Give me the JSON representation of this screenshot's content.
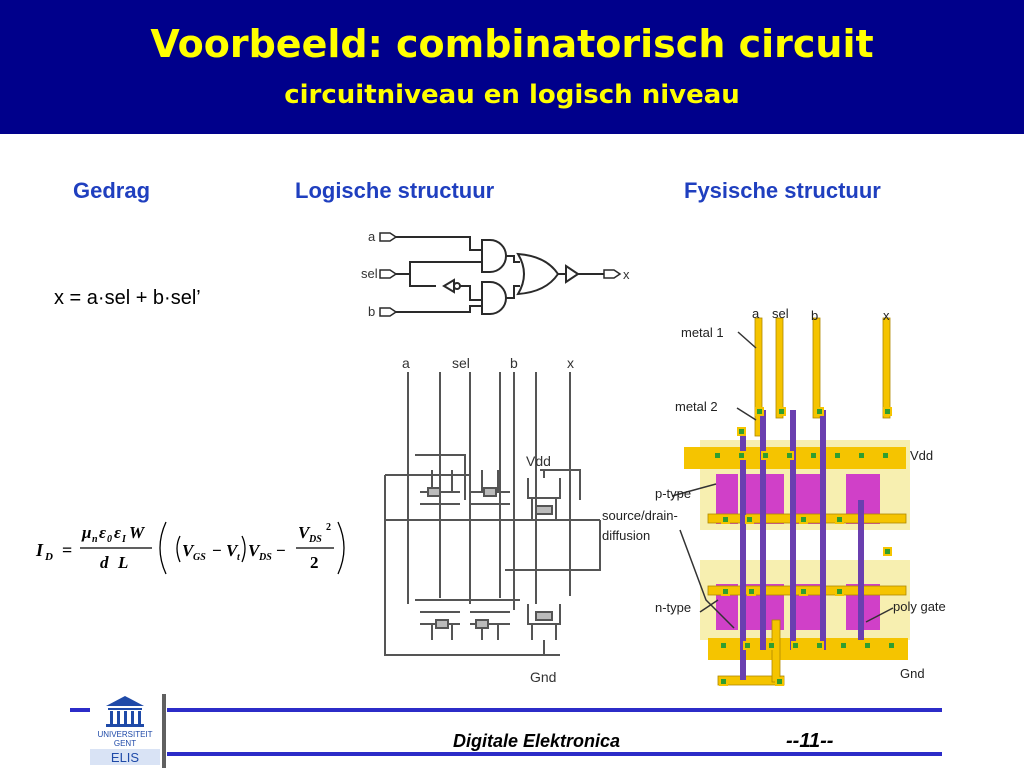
{
  "title": "Voorbeeld: combinatorisch circuit",
  "subtitle": "circuitniveau en logisch niveau",
  "columns": {
    "behavior": "Gedrag",
    "logic": "Logische structuur",
    "physical": "Fysische structuur"
  },
  "formula": "x = a·sel + b·sel’",
  "equation": {
    "lhs": "I",
    "lhs_sub": "D",
    "equals": "=",
    "mu": "μ",
    "mu_sub": "n",
    "eps0": "ε",
    "eps0_sub": "0",
    "epsI": "ε",
    "epsI_sub": "I",
    "W": "W",
    "d": "d",
    "L": "L",
    "V": "V",
    "gs": "GS",
    "minus": "−",
    "t": "t",
    "ds": "DS",
    "two": "2",
    "sq": "2"
  },
  "gate_labels": {
    "a": "a",
    "sel": "sel",
    "b": "b",
    "x": "x"
  },
  "circuit_labels": {
    "a": "a",
    "sel": "sel",
    "b": "b",
    "x": "x",
    "vdd": "Vdd",
    "gnd": "Gnd"
  },
  "layout_labels": {
    "a": "a",
    "sel": "sel",
    "b": "b",
    "x": "x",
    "metal1": "metal 1",
    "metal2": "metal 2",
    "vdd": "Vdd",
    "ptype": "p-type",
    "sd1": "source/drain-",
    "sd2": "diffusion",
    "ntype": "n-type",
    "poly": "poly gate",
    "gnd": "Gnd"
  },
  "footer": {
    "course": "Digitale Elektronica",
    "page": "--11--"
  },
  "logo": {
    "line1": "UNIVERSITEIT",
    "line2": "GENT",
    "line3": "ELIS"
  },
  "colors": {
    "header_bg": "#00008b",
    "title": "#ffff00",
    "column_heading": "#1f3fbf",
    "metal1": "#f5c400",
    "metal2": "#6a3fb0",
    "diffusion": "#d040c8",
    "poly": "#4a2fa8",
    "contact": "#2f9e2f"
  }
}
